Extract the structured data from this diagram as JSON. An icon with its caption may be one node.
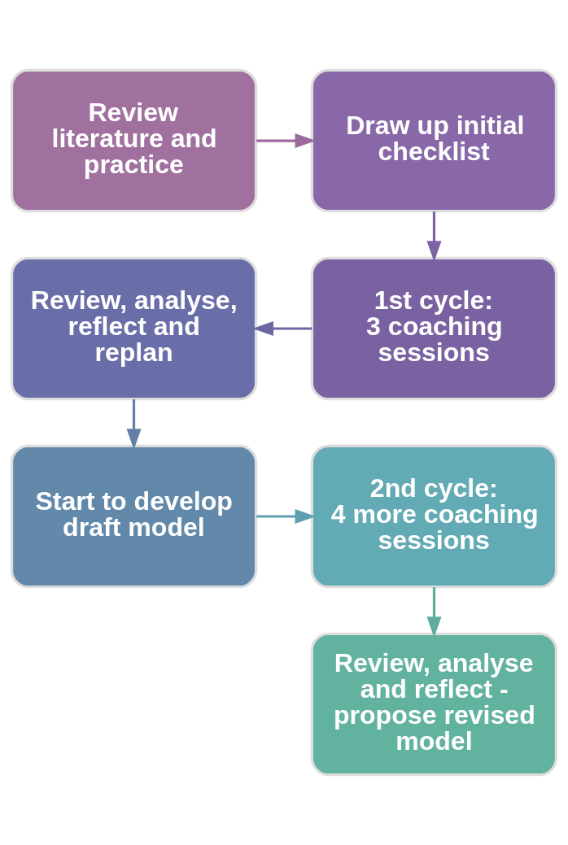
{
  "diagram": {
    "nodes": [
      {
        "text": [
          "Review literature and practice"
        ]
      },
      {
        "text": [
          "Draw up initial checklist"
        ]
      },
      {
        "text": [
          "Review, analyse, reflect and replan"
        ]
      },
      {
        "text": [
          "1st cycle:",
          "3 coaching sessions"
        ]
      },
      {
        "text": [
          "Start to develop draft model"
        ]
      },
      {
        "text": [
          "2nd cycle:",
          "4 more coaching sessions"
        ]
      },
      {
        "text": [
          "Review, analyse and reflect - propose revised model"
        ]
      }
    ],
    "edges": [
      {
        "from": 0,
        "to": 1,
        "arrow": "to",
        "color": "#9a6a9e"
      },
      {
        "from": 1,
        "to": 3,
        "arrow": "to",
        "color": "#7e62a4"
      },
      {
        "from": 3,
        "to": 2,
        "arrow": "to",
        "color": "#6c68a6"
      },
      {
        "from": 2,
        "to": 4,
        "arrow": "to",
        "color": "#6480a8"
      },
      {
        "from": 4,
        "to": 5,
        "arrow": "to",
        "color": "#5fa0b0"
      },
      {
        "from": 5,
        "to": 6,
        "arrow": "to",
        "color": "#5fac9e"
      }
    ]
  }
}
